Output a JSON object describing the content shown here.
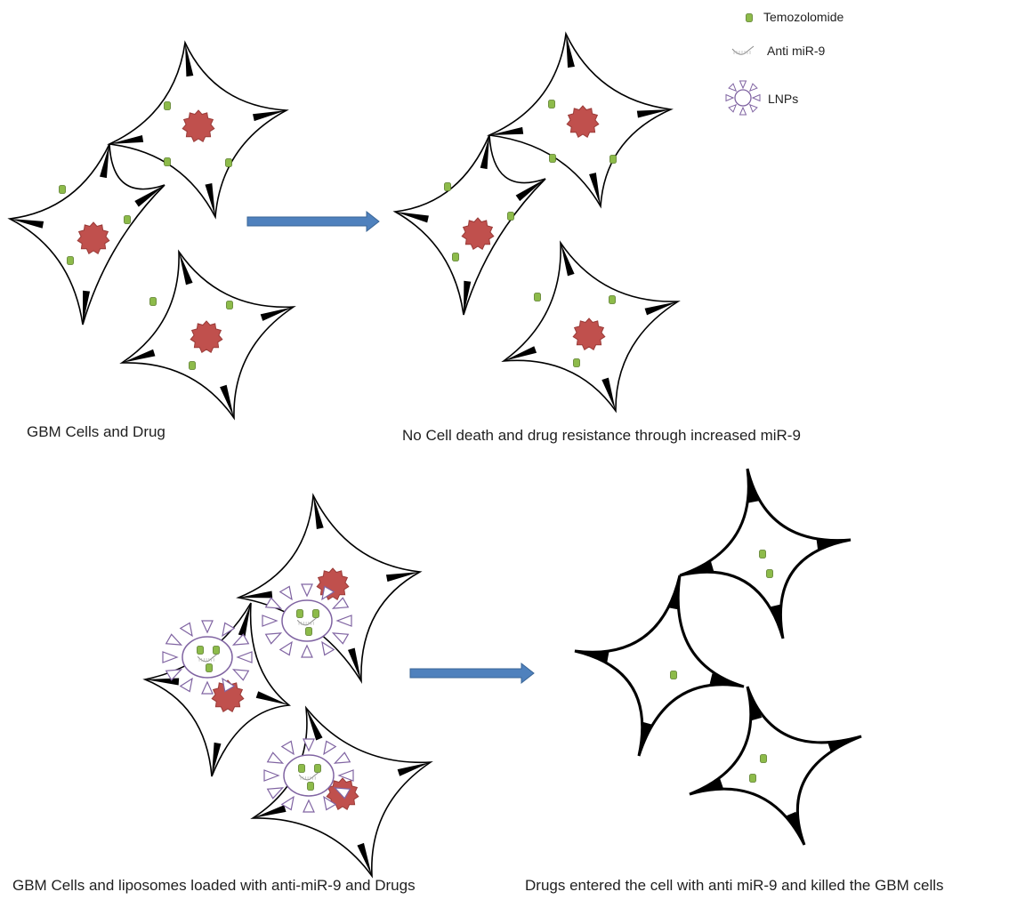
{
  "legend": {
    "temozolomide": "Temozolomide",
    "anti_mir9": "Anti miR-9",
    "lnps": "LNPs"
  },
  "captions": {
    "top_left": "GBM Cells and Drug",
    "top_right": "No Cell death and drug resistance through increased miR-9",
    "bottom_left": "GBM Cells and liposomes loaded with anti-miR-9 and Drugs",
    "bottom_right": "Drugs entered the cell with anti miR-9 and killed the GBM cells"
  },
  "colors": {
    "drug": "#8dbb4a",
    "drug_stroke": "#5a7d2a",
    "nucleus": "#c0504d",
    "nucleus_stroke": "#9a3b38",
    "arrow": "#4f81bd",
    "arrow_stroke": "#3a6596",
    "lnp": "#8064a2",
    "cell_outline": "#000000"
  }
}
